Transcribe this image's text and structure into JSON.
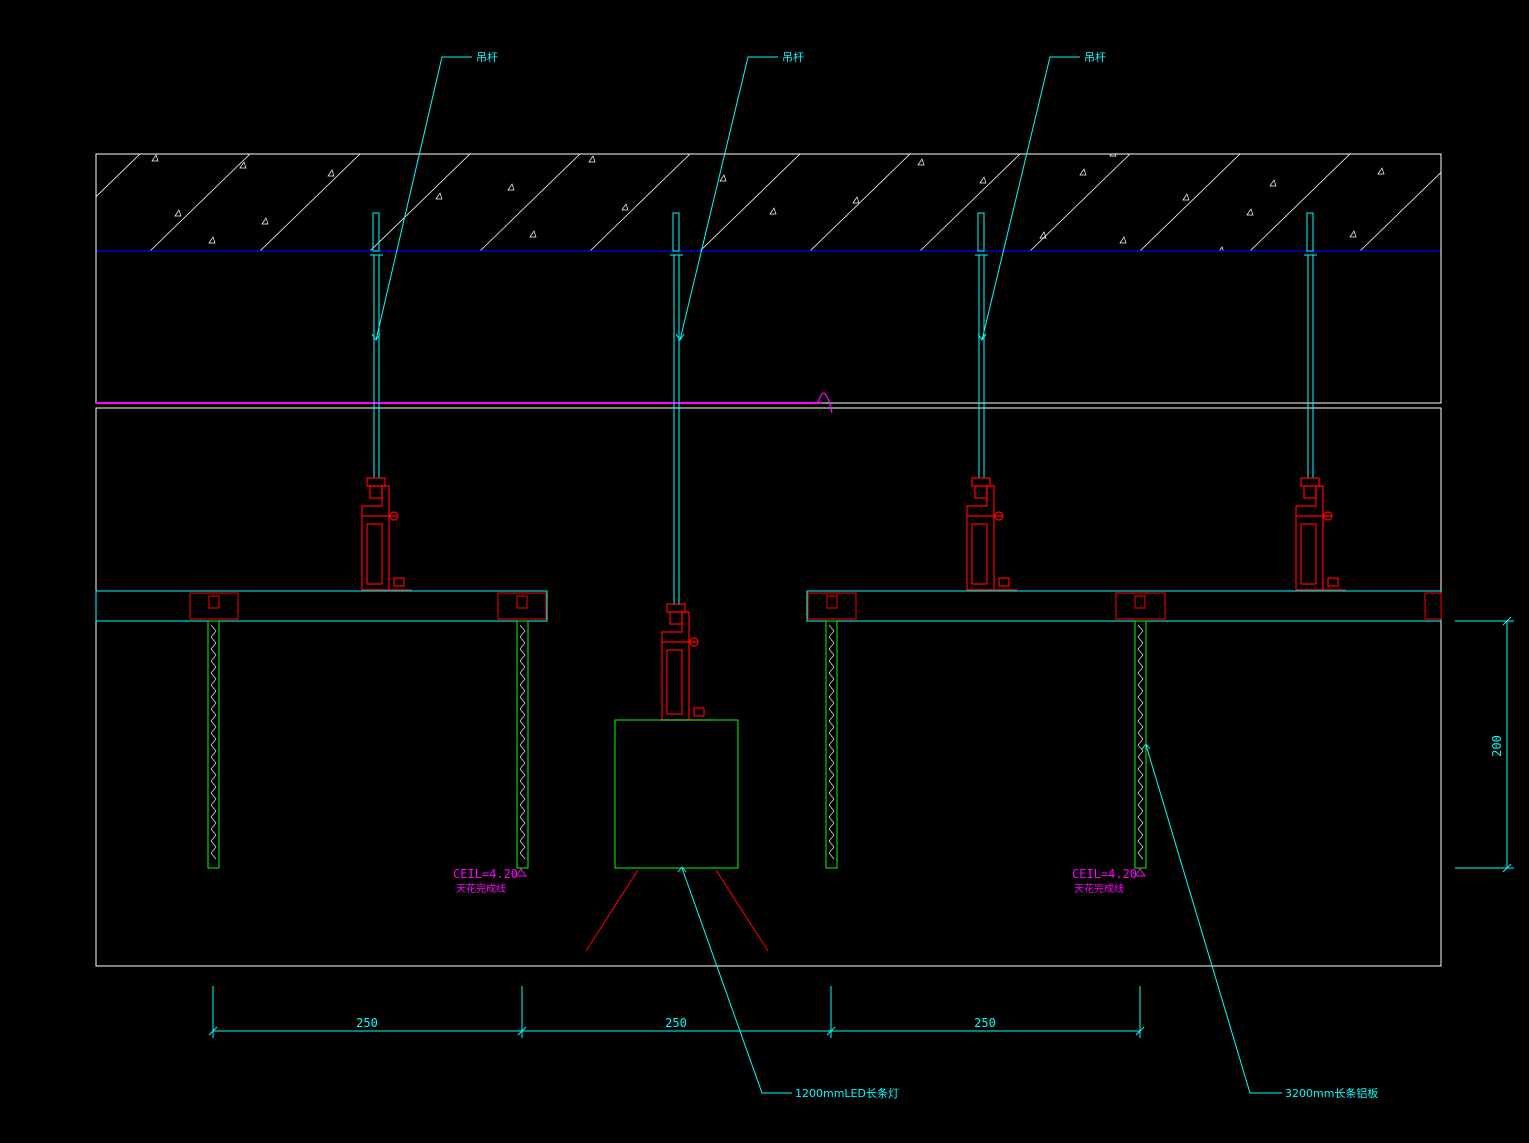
{
  "colors": {
    "background": "#000000",
    "outline": "#ffffff",
    "leader": "#00ffff",
    "hardware": "#ff0000",
    "fixture": "#00ff00",
    "ceiling_text": "#ff00ff",
    "slab_line": "#0000ff"
  },
  "labels": {
    "rod_1": "吊杆",
    "rod_2": "吊杆",
    "rod_3": "吊杆",
    "ceil_left_level": "CEIL=4.20",
    "ceil_left_note": "天花完成线",
    "ceil_right_level": "CEIL=4.20",
    "ceil_right_note": "天花完成线",
    "led_light": "1200mmLED长条灯",
    "long_board": "3200mm长条铝板"
  },
  "dimensions": {
    "horizontal": [
      "250",
      "250",
      "250"
    ],
    "vertical": "200"
  }
}
